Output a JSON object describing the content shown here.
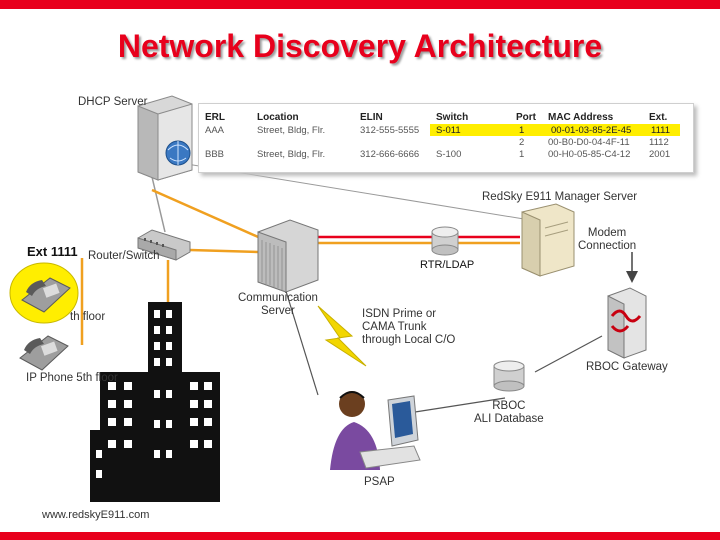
{
  "title": "Network Discovery Architecture",
  "labels": {
    "dhcp_server": "DHCP Server",
    "router_switch": "Router/Switch",
    "ext": "Ext 1111",
    "floor_2_suffix": "th floor",
    "ip_phone_5": "IP Phone 5th floor",
    "communication_server": "Communication\nServer",
    "rtr_ldap": "RTR/LDAP",
    "redsky_manager": "RedSky E911 Manager Server",
    "modem_connection": "Modem\nConnection",
    "isdn_trunk": "ISDN Prime or\nCAMA Trunk\nthrough Local C/O",
    "rboc_gateway": "RBOC Gateway",
    "rboc_ali": "RBOC\nALI Database",
    "psap": "PSAP",
    "url": "www.redskyE911.com"
  },
  "table": {
    "headers": [
      "ERL",
      "Location",
      "ELIN",
      "Switch",
      "Port",
      "MAC Address",
      "Ext."
    ],
    "rows": [
      [
        "AAA",
        "Street, Bldg, Flr.",
        "312-555-5555",
        "S-011",
        "1",
        "00-01-03-85-2E-45",
        "1111"
      ],
      [
        "",
        "",
        "",
        "",
        "2",
        "00-B0-D0-04-4F-11",
        "1112"
      ],
      [
        "BBB",
        "Street, Bldg, Flr.",
        "312-666-6666",
        "S-100",
        "1",
        "00-H0-05-85-C4-12",
        "2001"
      ]
    ]
  },
  "colors": {
    "accent_red": "#e8001c",
    "highlight_yellow": "#ffee00",
    "link_orange": "#f0a020",
    "lightning": "#f2d600"
  }
}
